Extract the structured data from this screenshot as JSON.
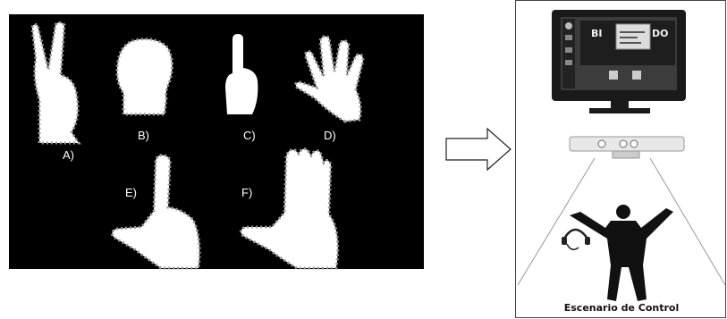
{
  "gestures": [
    {
      "id": "A",
      "label": "A)",
      "icon": "peace-sign-hand-icon"
    },
    {
      "id": "B",
      "label": "B)",
      "icon": "fist-hand-icon"
    },
    {
      "id": "C",
      "label": "C)",
      "icon": "pointing-up-hand-icon"
    },
    {
      "id": "D",
      "label": "D)",
      "icon": "open-palm-hand-icon"
    },
    {
      "id": "E",
      "label": "E)",
      "icon": "l-shape-hand-icon"
    },
    {
      "id": "F",
      "label": "F)",
      "icon": "flat-hand-icon"
    }
  ],
  "arrow": {
    "icon": "right-arrow-icon"
  },
  "scene": {
    "monitor_text_left": "BI",
    "monitor_text_right": "DO",
    "title": "Escenario de Control"
  }
}
